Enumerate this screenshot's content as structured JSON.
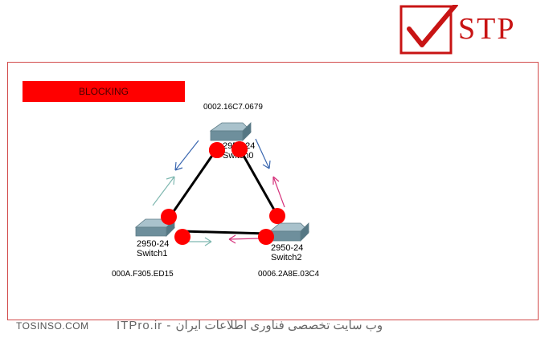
{
  "logo": {
    "text": "STP"
  },
  "state": {
    "label": "BLOCKING",
    "color": "#ff0000"
  },
  "switches": [
    {
      "id": "switch0",
      "model": "2950-24",
      "name": "Switch0",
      "mac": "0002.16C7.0679"
    },
    {
      "id": "switch1",
      "model": "2950-24",
      "name": "Switch1",
      "mac": "000A.F305.ED15"
    },
    {
      "id": "switch2",
      "model": "2950-24",
      "name": "Switch2",
      "mac": "0006.2A8E.03C4"
    }
  ],
  "colors": {
    "port_dot": "#ff0000",
    "link": "#000000",
    "arrow_blue": "#3a67b0",
    "arrow_teal": "#7fb8b0",
    "arrow_pink": "#d6337c",
    "frame": "#d24b4b"
  },
  "footer": {
    "left": "TOSINSO.COM",
    "right": "ITPro.ir - وب سایت تخصصی فناوری اطلاعات ایران"
  }
}
